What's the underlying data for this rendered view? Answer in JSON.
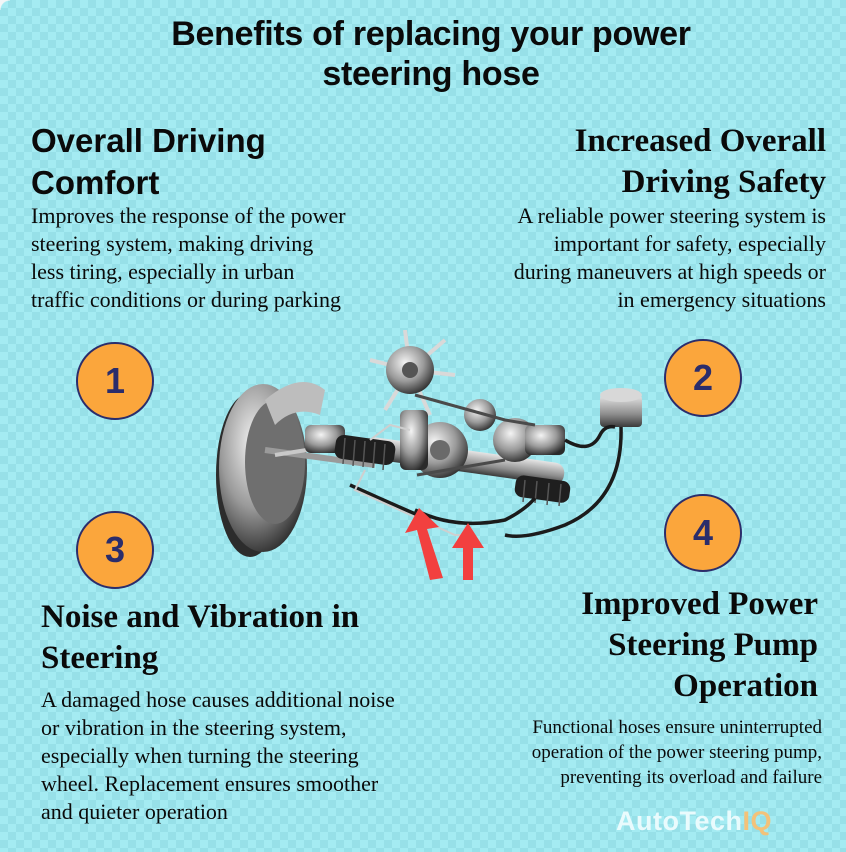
{
  "title": {
    "line1": "Benefits of replacing your power",
    "line2": "steering hose"
  },
  "benefits": [
    {
      "number": "1",
      "heading": [
        "Overall Driving",
        "Comfort"
      ],
      "body": [
        "Improves the response of the power",
        "steering system, making driving",
        "less tiring, especially in urban",
        "traffic conditions or during parking"
      ]
    },
    {
      "number": "2",
      "heading": [
        "Increased Overall",
        "Driving Safety"
      ],
      "body": [
        "A reliable power steering system is",
        "important for safety, especially",
        "during maneuvers at high speeds or",
        "in emergency situations"
      ]
    },
    {
      "number": "3",
      "heading": [
        "Noise and Vibration in",
        "Steering"
      ],
      "body": [
        "A damaged hose causes additional noise",
        "or vibration in the steering system,",
        "especially when turning the steering",
        "wheel. Replacement ensures smoother",
        "and quieter operation"
      ]
    },
    {
      "number": "4",
      "heading": [
        "Improved Power",
        "Steering Pump",
        "Operation"
      ],
      "body": [
        "Functional hoses ensure uninterrupted",
        "operation of the power steering pump,",
        "preventing its overload and failure"
      ]
    }
  ],
  "illustration": {
    "icon": "power-steering-system-illustration",
    "arrow_color": "#f2403f"
  },
  "logo": {
    "main": "AutoTech",
    "accent": "IQ"
  },
  "colors": {
    "background_light": "#a4ebf2",
    "background_dark": "#97e0e8",
    "badge_fill": "#fba63c",
    "badge_stroke": "#2b2d6b",
    "logo_accent": "#f3c27a"
  }
}
